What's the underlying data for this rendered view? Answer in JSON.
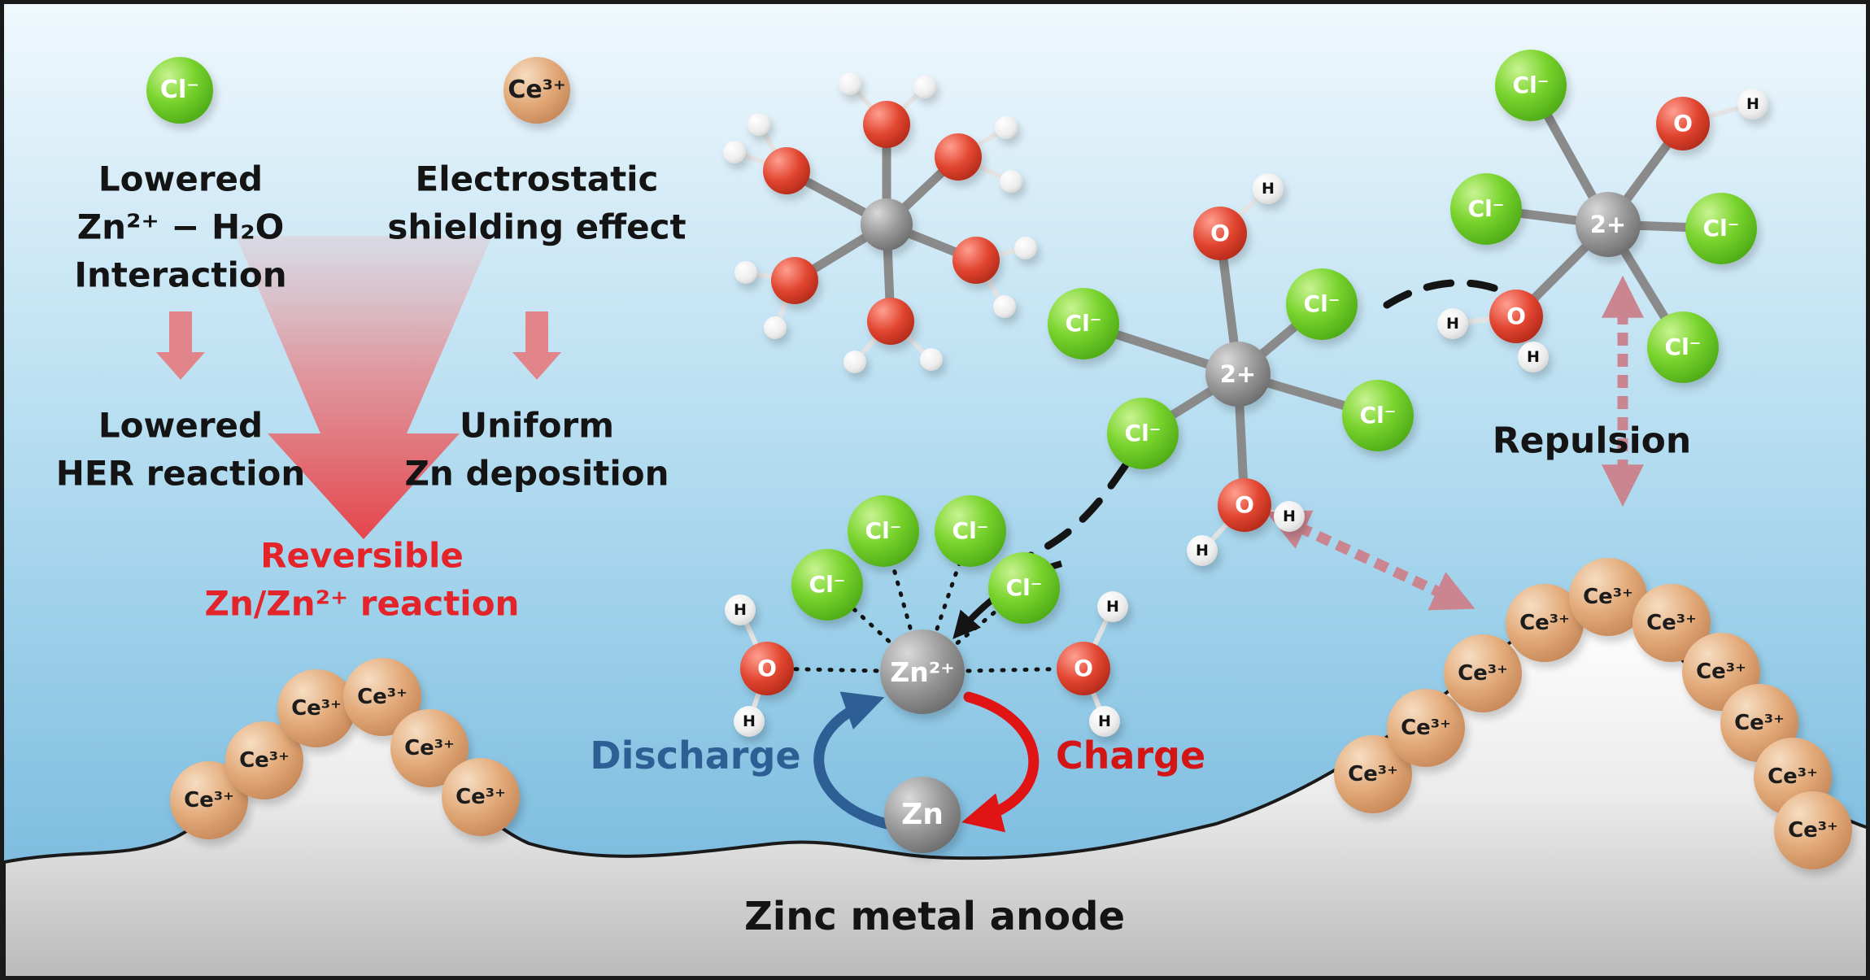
{
  "labels": {
    "cl": "Cl⁻",
    "ce": "Ce³⁺",
    "zn2": "Zn²⁺",
    "zn": "Zn",
    "o": "O",
    "h": "H",
    "charge2plus": "2+"
  },
  "left_panel": {
    "cl_caption": [
      "Lowered",
      "Zn²⁺ − H₂O",
      "Interaction"
    ],
    "ce_caption": [
      "Electrostatic",
      "shielding effect"
    ],
    "her": [
      "Lowered",
      "HER reaction"
    ],
    "deposition": [
      "Uniform",
      "Zn deposition"
    ],
    "reversible": [
      "Reversible",
      "Zn/Zn²⁺ reaction"
    ]
  },
  "center": {
    "discharge": "Discharge",
    "charge": "Charge"
  },
  "right": {
    "repulsion": "Repulsion"
  },
  "bottom": {
    "anode": "Zinc metal anode"
  },
  "colors": {
    "cl_green": "#5ec81e",
    "ce_tan": "#dda877",
    "zn_gray": "#7f7f7f",
    "oxygen_red": "#d93a28",
    "discharge_blue": "#2e5f94",
    "charge_red": "#e01414",
    "highlight_red": "#e3242b"
  }
}
